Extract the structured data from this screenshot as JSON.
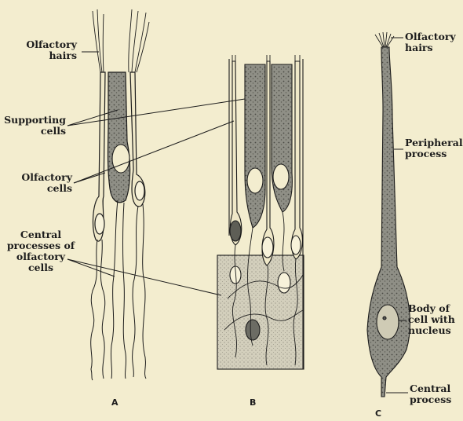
{
  "labels": {
    "olfactory_hairs_a": "Olfactory\nhairs",
    "supporting_cells": "Supporting\ncells",
    "olfactory_cells": "Olfactory\ncells",
    "central_processes": "Central\nprocesses of\nolfactory\ncells",
    "olfactory_hairs_c": "Olfactory\nhairs",
    "peripheral_process": "Peripheral\nprocess",
    "body_of_cell": "Body of\ncell with\nnucleus",
    "central_process": "Central\nprocess"
  },
  "panels": {
    "a": "A",
    "b": "B",
    "c": "C"
  },
  "colors": {
    "background": "#f3edcf",
    "ink": "#1c1c1c",
    "shading": "#8d8d84",
    "light_shading": "#c9c6b4"
  }
}
